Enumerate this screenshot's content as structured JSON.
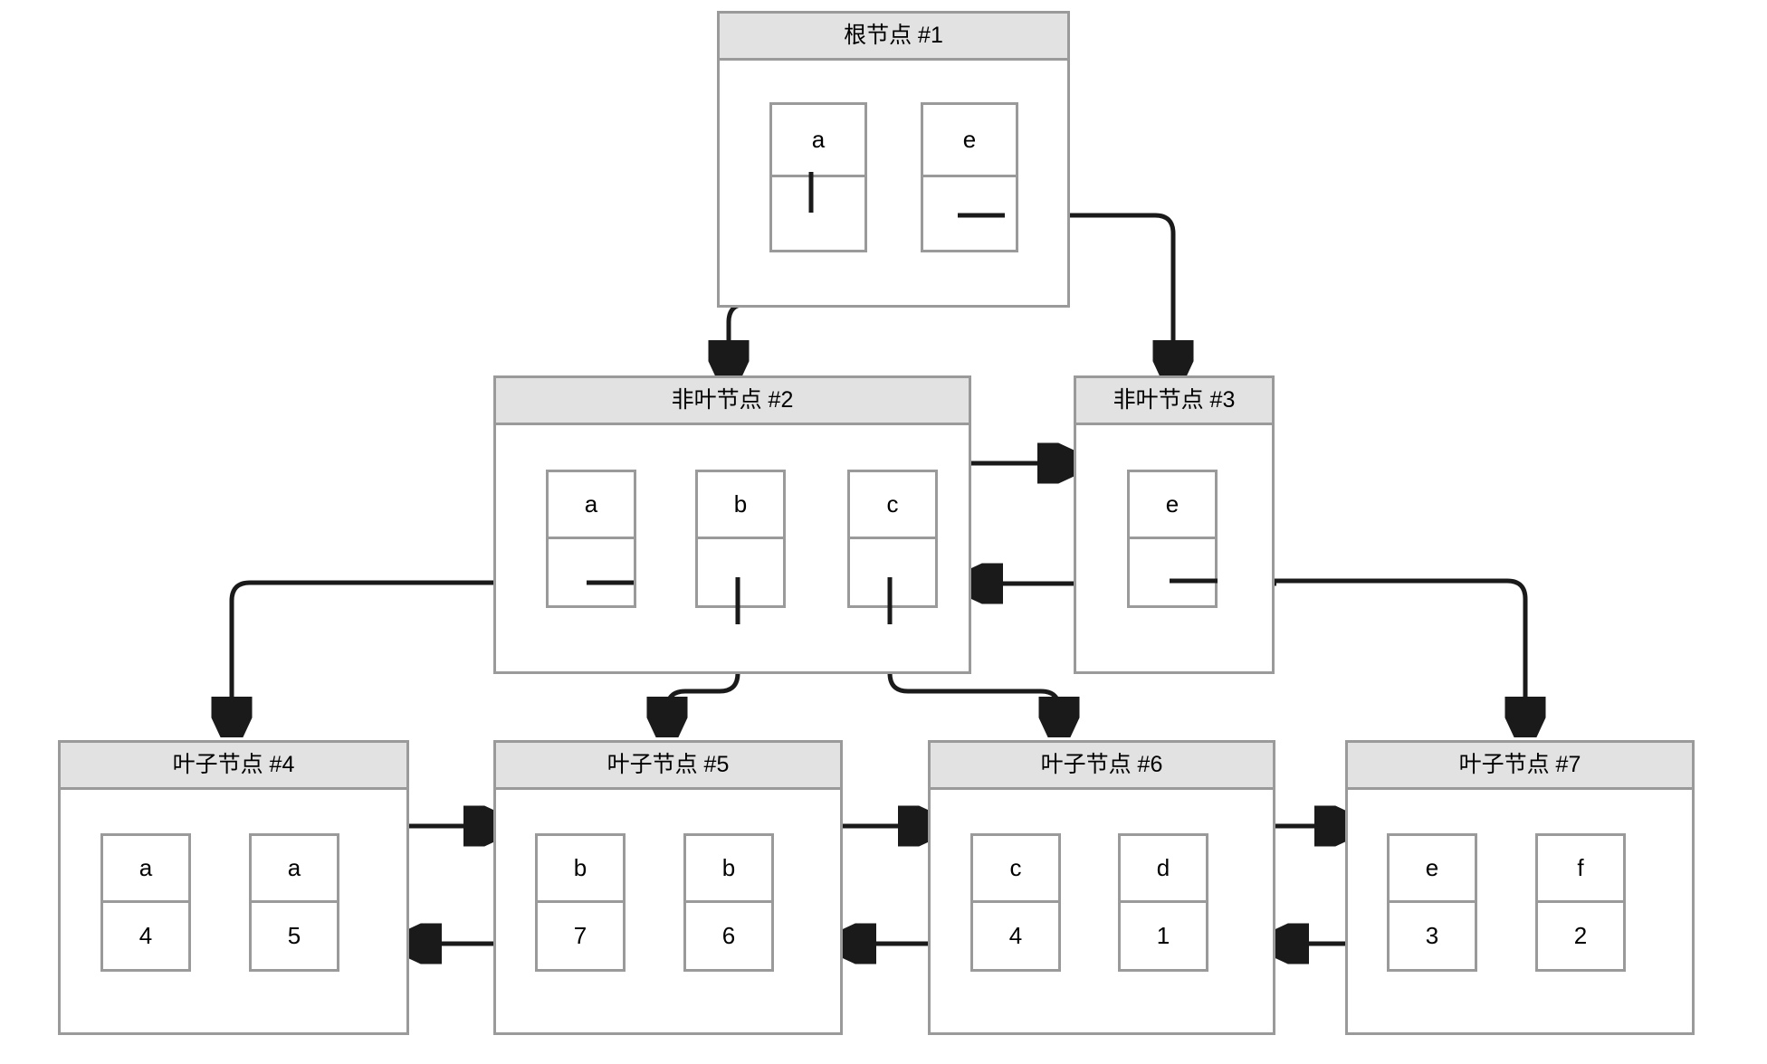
{
  "diagram": {
    "title_text": "",
    "colors": {
      "node_border": "#9a9a9a",
      "node_header_bg": "#e2e2e2",
      "node_bg": "#ffffff",
      "cell_border": "#9a9a9a",
      "edge": "#1a1a1a",
      "text": "#000000",
      "canvas_bg": "#ffffff"
    }
  },
  "nodes": {
    "root": {
      "label": "根节点 #1",
      "cells": [
        {
          "key": "a",
          "value": ""
        },
        {
          "key": "e",
          "value": ""
        }
      ]
    },
    "internal2": {
      "label": "非叶节点 #2",
      "cells": [
        {
          "key": "a",
          "value": ""
        },
        {
          "key": "b",
          "value": ""
        },
        {
          "key": "c",
          "value": ""
        }
      ]
    },
    "internal3": {
      "label": "非叶节点 #3",
      "cells": [
        {
          "key": "e",
          "value": ""
        }
      ]
    },
    "leaf4": {
      "label": "叶子节点 #4",
      "cells": [
        {
          "key": "a",
          "value": "4"
        },
        {
          "key": "a",
          "value": "5"
        }
      ]
    },
    "leaf5": {
      "label": "叶子节点 #5",
      "cells": [
        {
          "key": "b",
          "value": "7"
        },
        {
          "key": "b",
          "value": "6"
        }
      ]
    },
    "leaf6": {
      "label": "叶子节点 #6",
      "cells": [
        {
          "key": "c",
          "value": "4"
        },
        {
          "key": "d",
          "value": "1"
        }
      ]
    },
    "leaf7": {
      "label": "叶子节点 #7",
      "cells": [
        {
          "key": "e",
          "value": "3"
        },
        {
          "key": "f",
          "value": "2"
        }
      ]
    }
  }
}
